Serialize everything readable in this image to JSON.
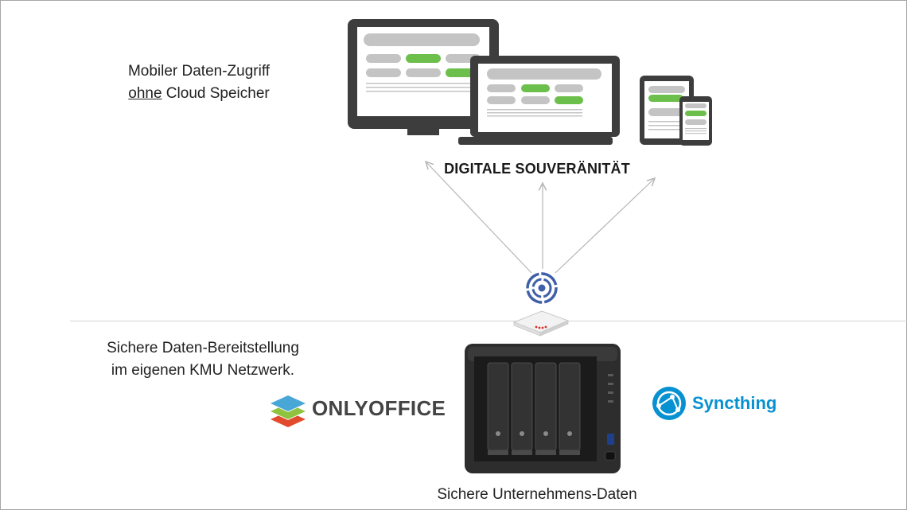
{
  "mobile_access": {
    "line1": "Mobiler Daten-Zugriff",
    "line2_underlined": "ohne",
    "line2_rest": " Cloud Speicher"
  },
  "sovereignty_label": "DIGITALE SOUVERÄNITÄT",
  "local_provision": {
    "line1": "Sichere Daten-Bereitstellung",
    "line2": "im eigenen KMU Netzwerk."
  },
  "onlyoffice_label": "ONLYOFFICE",
  "syncthing_label": "Syncthing",
  "nas_label": "Sichere Unternehmens-Daten",
  "colors": {
    "accent_green": "#6dbf4b",
    "screen_gray": "#c4c4c4",
    "device_dark": "#3d3d3d",
    "vpn_blue": "#3f5fa8",
    "syncthing_blue": "#0891d1",
    "router_red": "#d9302c"
  },
  "icons": [
    "desktop-monitor-icon",
    "laptop-icon",
    "tablet-icon",
    "smartphone-icon",
    "vpn-target-icon",
    "router-icon",
    "nas-server-icon",
    "onlyoffice-logo-icon",
    "syncthing-logo-icon"
  ]
}
